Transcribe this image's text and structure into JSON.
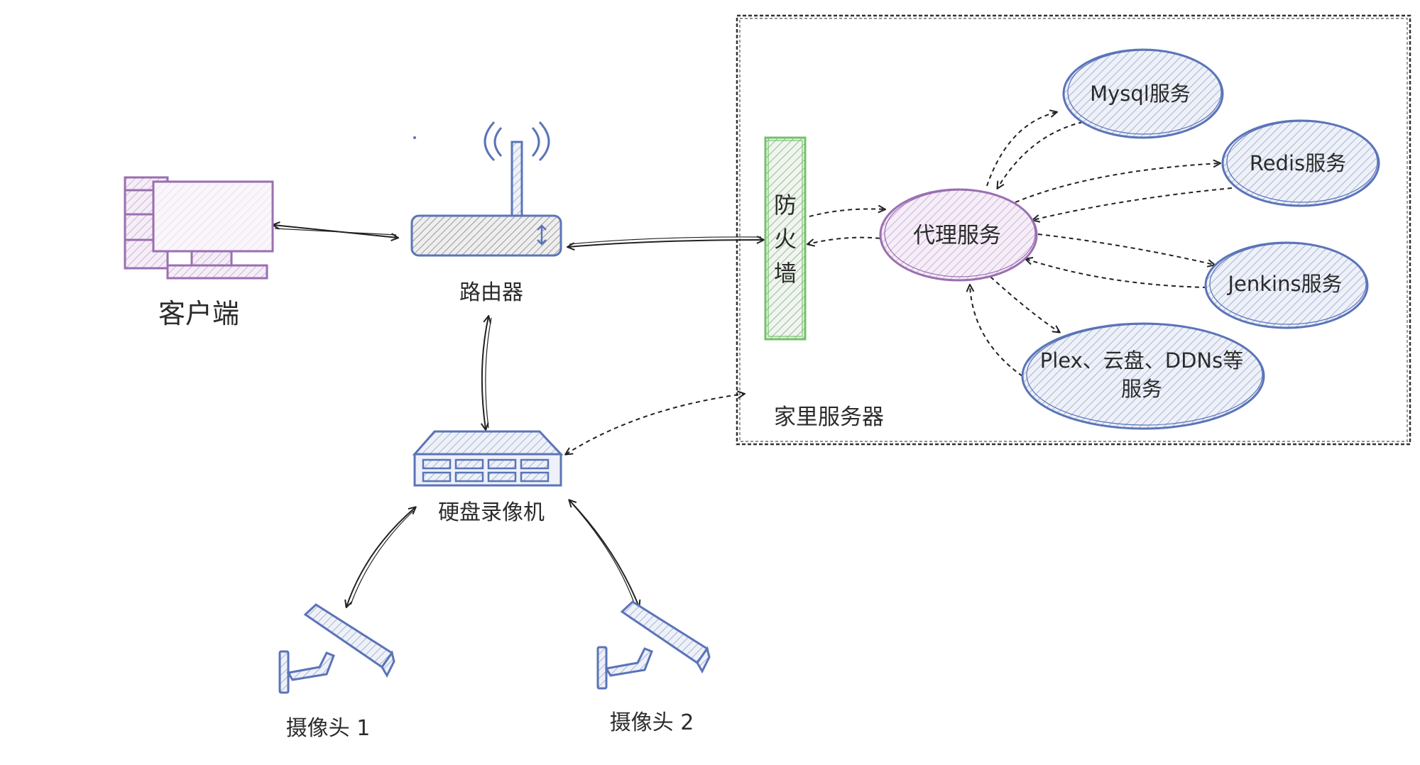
{
  "nodes": {
    "client": {
      "label": "客户端",
      "icon": "desktop-computer-icon"
    },
    "router": {
      "label": "路由器",
      "icon": "wifi-router-icon"
    },
    "nvr": {
      "label": "硬盘录像机",
      "icon": "nvr-device-icon"
    },
    "camera1": {
      "label": "摄像头 1",
      "icon": "security-camera-icon"
    },
    "camera2": {
      "label": "摄像头 2",
      "icon": "security-camera-icon"
    },
    "firewall": {
      "label_lines": [
        "防",
        "火",
        "墙"
      ]
    },
    "proxy": {
      "label": "代理服务"
    },
    "mysql": {
      "label": "Mysql服务"
    },
    "redis": {
      "label": "Redis服务"
    },
    "jenkins": {
      "label": "Jenkins服务"
    },
    "plex": {
      "label_lines": [
        "Plex、云盘、DDNs等",
        "服务"
      ]
    }
  },
  "group": {
    "label": "家里服务器"
  },
  "colors": {
    "blue": "#5b74b8",
    "purple": "#9a6fb0",
    "green": "#72c26a",
    "stroke": "#222222"
  }
}
